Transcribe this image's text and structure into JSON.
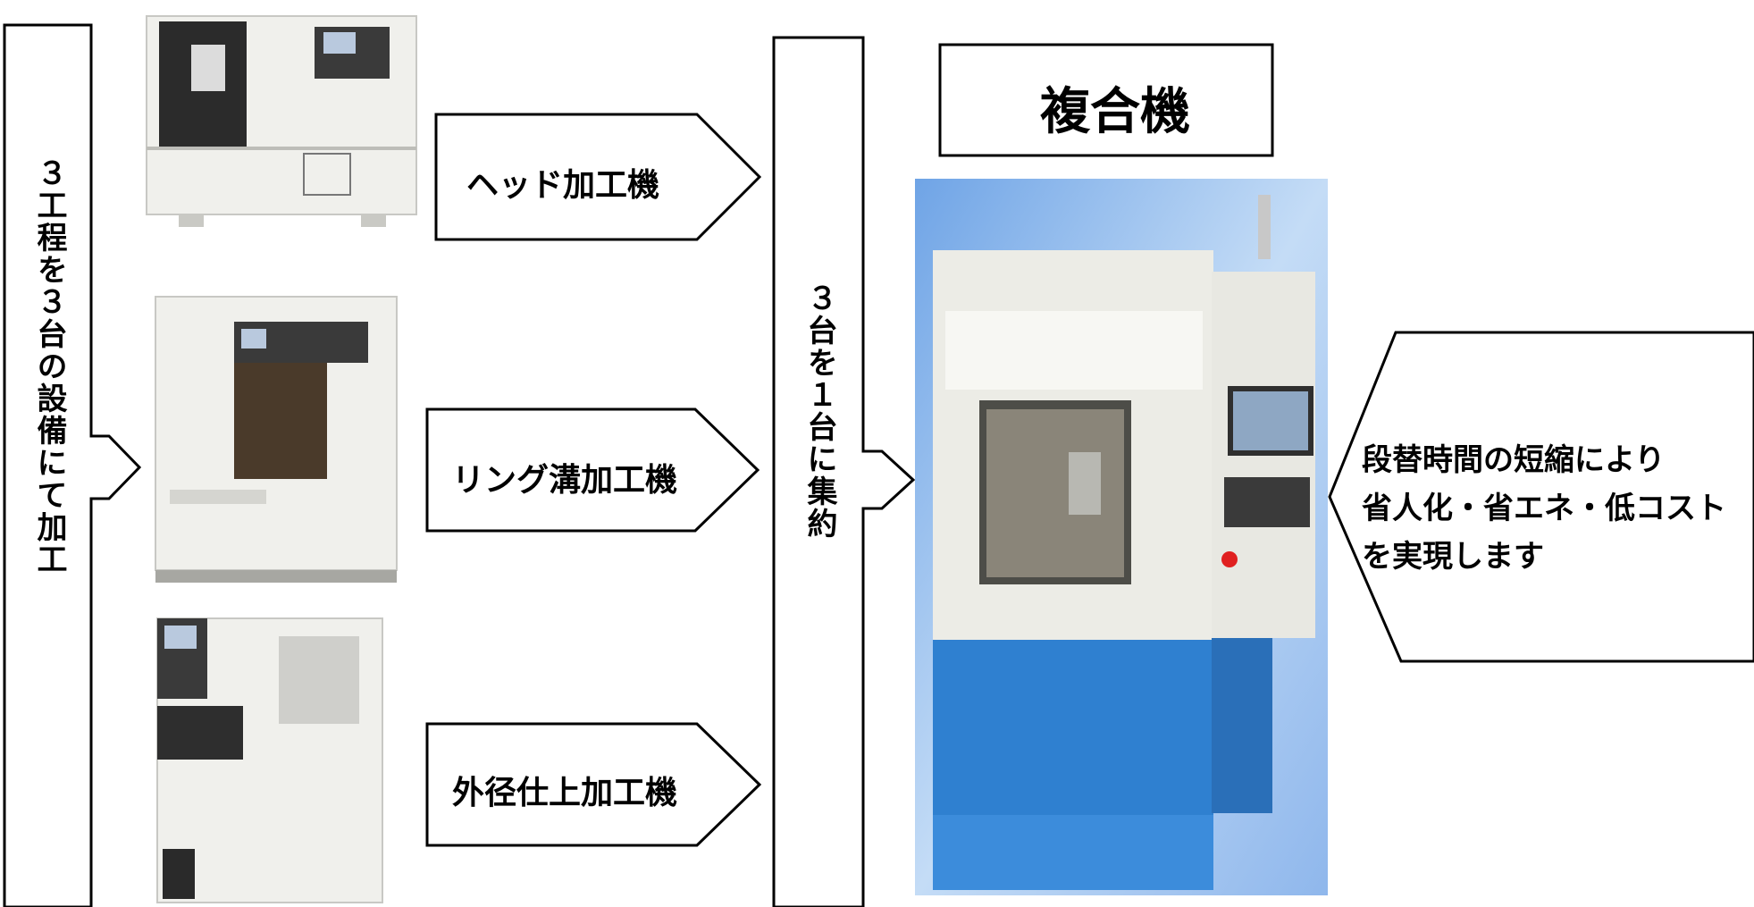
{
  "left_bar": {
    "text": "３工程を３台の設備にて加工"
  },
  "middle_bar": {
    "text": "３台を１台に集約"
  },
  "machines": [
    {
      "label": "ヘッド加工機",
      "icon": "lathe-machine-icon"
    },
    {
      "label": "リング溝加工機",
      "icon": "lathe-machine-icon"
    },
    {
      "label": "外径仕上加工機",
      "icon": "lathe-machine-icon"
    }
  ],
  "combined": {
    "title": "複合機",
    "icon": "combined-machine-icon"
  },
  "result": {
    "text": "段替時間の短縮により\n省人化・省エネ・低コスト\nを実現します"
  },
  "colors": {
    "machine_body": "#eeeeea",
    "machine_base": "#2f80d0",
    "background_blue": "#8fb7ec",
    "outline": "#000000"
  }
}
